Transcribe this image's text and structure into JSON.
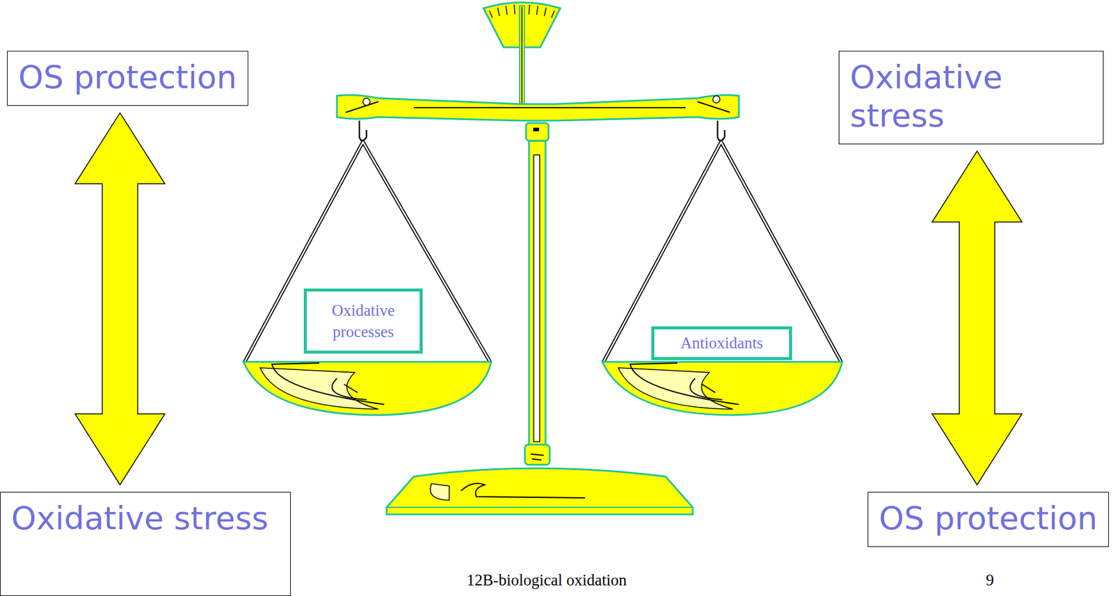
{
  "diagram": {
    "nodes": [
      {
        "text": [
          "OS protection"
        ]
      },
      {
        "text": [
          "Oxidative stress"
        ]
      },
      {
        "text": [
          "Oxidative processes"
        ]
      },
      {
        "text": [
          "Antioxidants"
        ]
      },
      {
        "text": [
          "Oxidative stress"
        ]
      },
      {
        "text": [
          "OS protection"
        ]
      }
    ],
    "edges": [
      {
        "from": 0,
        "to": 4,
        "arrow": "both"
      },
      {
        "from": 1,
        "to": 5,
        "arrow": "both"
      }
    ],
    "labels": [
      "12B-biological oxidation",
      "9"
    ]
  }
}
